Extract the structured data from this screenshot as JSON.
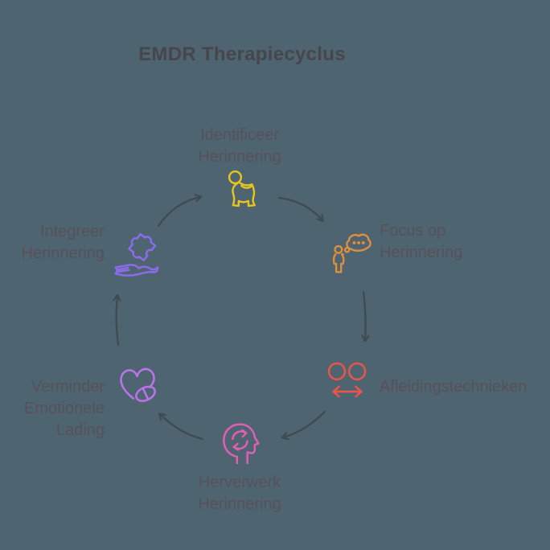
{
  "background_color": "#4e6470",
  "title": {
    "text": "EMDR Therapiecyclus",
    "color": "#47464c"
  },
  "label_color": "#56515a",
  "arrow_color": "#404b51",
  "diagram_type": "cycle",
  "nodes": [
    {
      "id": "identificeer-herinnering",
      "label": "Identificeer\nHerinnering",
      "icon": "person-icon",
      "color": "#e6c51d",
      "position": "top"
    },
    {
      "id": "focus-op-herinnering",
      "label": "Focus op\nHerinnering",
      "icon": "person-thought-bubble-icon",
      "color": "#de8f3c",
      "position": "upper-right"
    },
    {
      "id": "afleidingstechnieken",
      "label": "Afleidingstechnieken",
      "icon": "eye-movement-arrows-icon",
      "color": "#e9554a",
      "position": "lower-right"
    },
    {
      "id": "herverwerk-herinnering",
      "label": "Herverwerk\nHerinnering",
      "icon": "head-reprocess-icon",
      "color": "#df5fb5",
      "position": "bottom"
    },
    {
      "id": "verminder-emotionele-lading",
      "label": "Verminder\nEmotionele\nLading",
      "icon": "heart-pill-icon",
      "color": "#bb73ea",
      "position": "lower-left"
    },
    {
      "id": "integreer-herinnering",
      "label": "Integreer\nHerinnering",
      "icon": "hand-puzzle-icon",
      "color": "#8a6ceb",
      "position": "upper-left"
    }
  ]
}
